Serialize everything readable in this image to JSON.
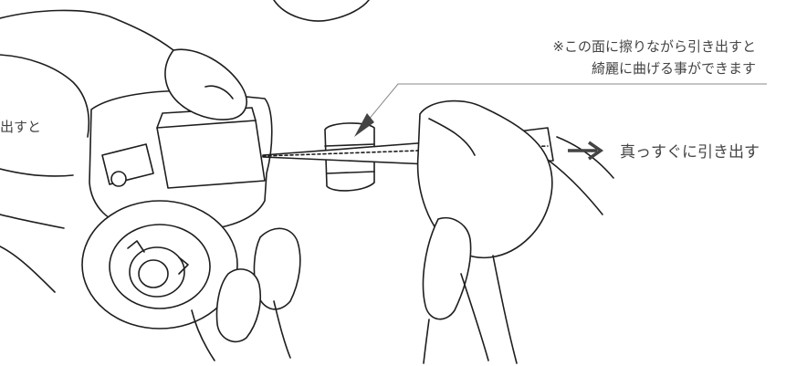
{
  "annotations": {
    "note_line1": "※この面に擦りながら引き出すと",
    "note_line2": "綺麗に曲げる事ができます",
    "left_partial": "出すと",
    "pull_straight": "真っすぐに引き出す"
  },
  "colors": {
    "line": "#1e1e1e",
    "text": "#444444",
    "arrow": "#444444",
    "leader": "#888888"
  },
  "icons": {
    "direction_arrow": "right-arrow-icon",
    "pointer_arrow": "pointer-arrow-icon"
  }
}
